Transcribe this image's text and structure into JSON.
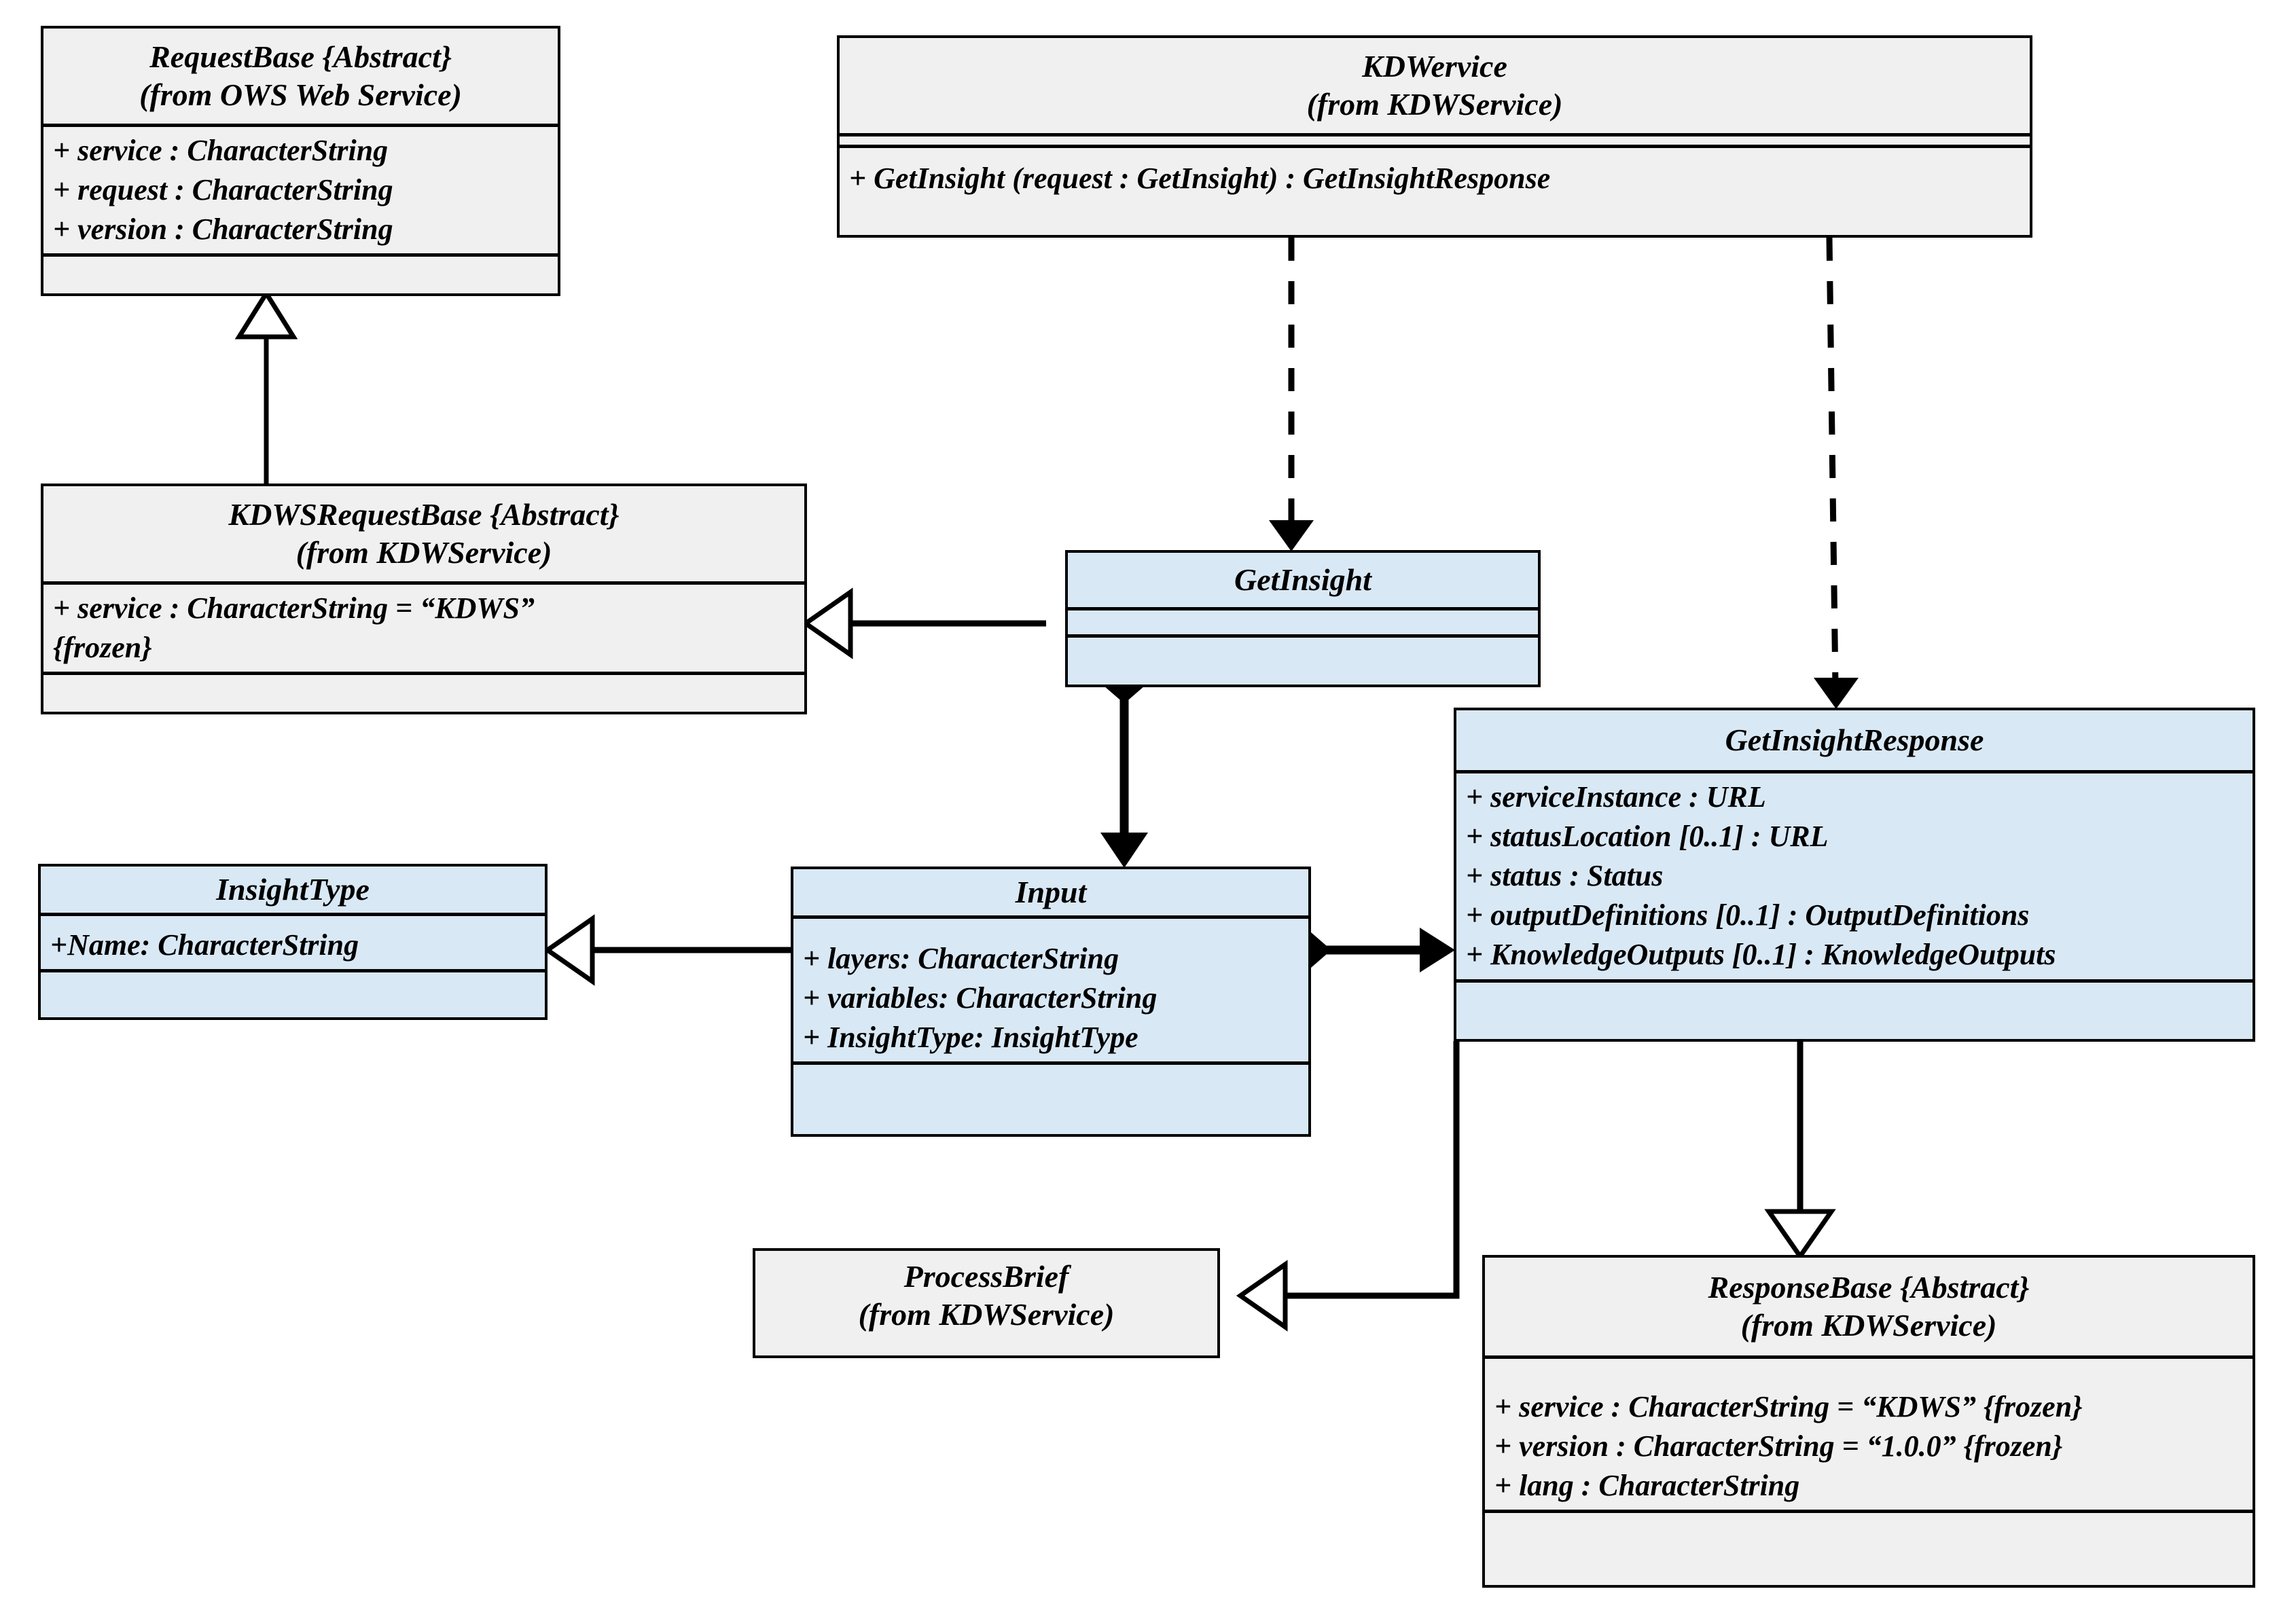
{
  "diagram": {
    "title": "KDWService GetInsight UML Class Diagram",
    "type": "uml-class-diagram",
    "colors": {
      "plain_fill": "#f0f0f0",
      "highlight_fill": "#d9e8f5",
      "stroke": "#000000",
      "background": "#ffffff"
    }
  },
  "classes": {
    "request_base": {
      "name": "RequestBase {Abstract}",
      "package": "(from OWS Web Service)",
      "attributes": [
        "+ service : CharacterString",
        "+ request : CharacterString",
        "+ version : CharacterString"
      ],
      "operations": []
    },
    "kdwervice": {
      "name": "KDWervice",
      "package": "(from KDWService)",
      "attributes": [],
      "operations": [
        "+ GetInsight (request : GetInsight) : GetInsightResponse"
      ]
    },
    "kdws_request_base": {
      "name": "KDWSRequestBase {Abstract}",
      "package": "(from KDWService)",
      "attributes": [
        "+ service : CharacterString = “KDWS”",
        "{frozen}"
      ],
      "operations": []
    },
    "get_insight": {
      "name": "GetInsight",
      "package": "",
      "attributes": [],
      "operations": []
    },
    "get_insight_response": {
      "name": "GetInsightResponse",
      "package": "",
      "attributes": [
        "+ serviceInstance : URL",
        "+ statusLocation [0..1] : URL",
        "+ status : Status",
        "+ outputDefinitions [0..1] : OutputDefinitions",
        "+ KnowledgeOutputs [0..1] : KnowledgeOutputs"
      ],
      "operations": []
    },
    "insight_type": {
      "name": "InsightType",
      "package": "",
      "attributes": [
        "+Name: CharacterString"
      ],
      "operations": []
    },
    "input": {
      "name": "Input",
      "package": "",
      "attributes": [
        "+ layers: CharacterString",
        "+ variables: CharacterString",
        "+ InsightType: InsightType"
      ],
      "operations": []
    },
    "process_brief": {
      "name": "ProcessBrief",
      "package": "(from KDWService)",
      "attributes": [],
      "operations": []
    },
    "response_base": {
      "name": "ResponseBase {Abstract}",
      "package": "(from KDWService)",
      "attributes": [
        "+ service : CharacterString = “KDWS” {frozen}",
        "+ version : CharacterString = “1.0.0” {frozen}",
        "+ lang : CharacterString"
      ],
      "operations": []
    }
  },
  "relationships": [
    {
      "id": "gen-kdwsrequestbase-requestbase",
      "kind": "generalization",
      "from": "kdws_request_base",
      "to": "request_base"
    },
    {
      "id": "dep-kdwervice-getinsight",
      "kind": "dependency",
      "from": "kdwervice",
      "to": "get_insight"
    },
    {
      "id": "dep-kdwervice-getinsightresponse",
      "kind": "dependency",
      "from": "kdwervice",
      "to": "get_insight_response"
    },
    {
      "id": "gen-getinsight-kdwsrequestbase",
      "kind": "generalization",
      "from": "get_insight",
      "to": "kdws_request_base"
    },
    {
      "id": "comp-getinsight-input",
      "kind": "composition",
      "from": "get_insight",
      "to": "input"
    },
    {
      "id": "gen-input-insighttype",
      "kind": "generalization",
      "from": "input",
      "to": "insight_type"
    },
    {
      "id": "comp-input-getinsightresponse",
      "kind": "composition",
      "from": "input",
      "to": "get_insight_response"
    },
    {
      "id": "gen-getinsightresponse-responsebase",
      "kind": "generalization",
      "from": "get_insight_response",
      "to": "response_base"
    },
    {
      "id": "gen-getinsightresponse-processbrief",
      "kind": "generalization",
      "from": "get_insight_response",
      "to": "process_brief"
    }
  ]
}
